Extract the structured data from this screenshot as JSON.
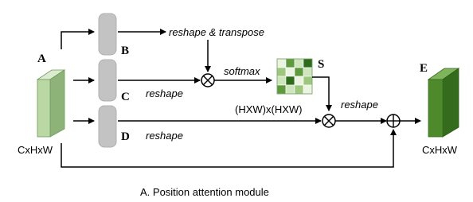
{
  "caption": "A. Position attention module",
  "labels": {
    "input": "A",
    "branch_b": "B",
    "branch_c": "C",
    "branch_d": "D",
    "attention_map": "S",
    "output": "E"
  },
  "dims": {
    "input": "CxHxW",
    "output": "CxHxW",
    "attention_map": "(HXW)x(HXW)"
  },
  "ops": {
    "reshape_transpose": "reshape & transpose",
    "softmax": "softmax",
    "reshape_c": "reshape",
    "reshape_d": "reshape",
    "reshape_s": "reshape"
  },
  "colors": {
    "input_front": "#b9d8a4",
    "input_side": "#8db378",
    "input_top": "#dcebd0",
    "output_front": "#4e8a2c",
    "output_side": "#356b1c",
    "output_top": "#7fb45d",
    "conv_box": "#c3c3c3",
    "heatmap": [
      "#2e6b1c",
      "#5f9a3d",
      "#9dc77e",
      "#cfe5bd",
      "#eaf4e0"
    ]
  }
}
